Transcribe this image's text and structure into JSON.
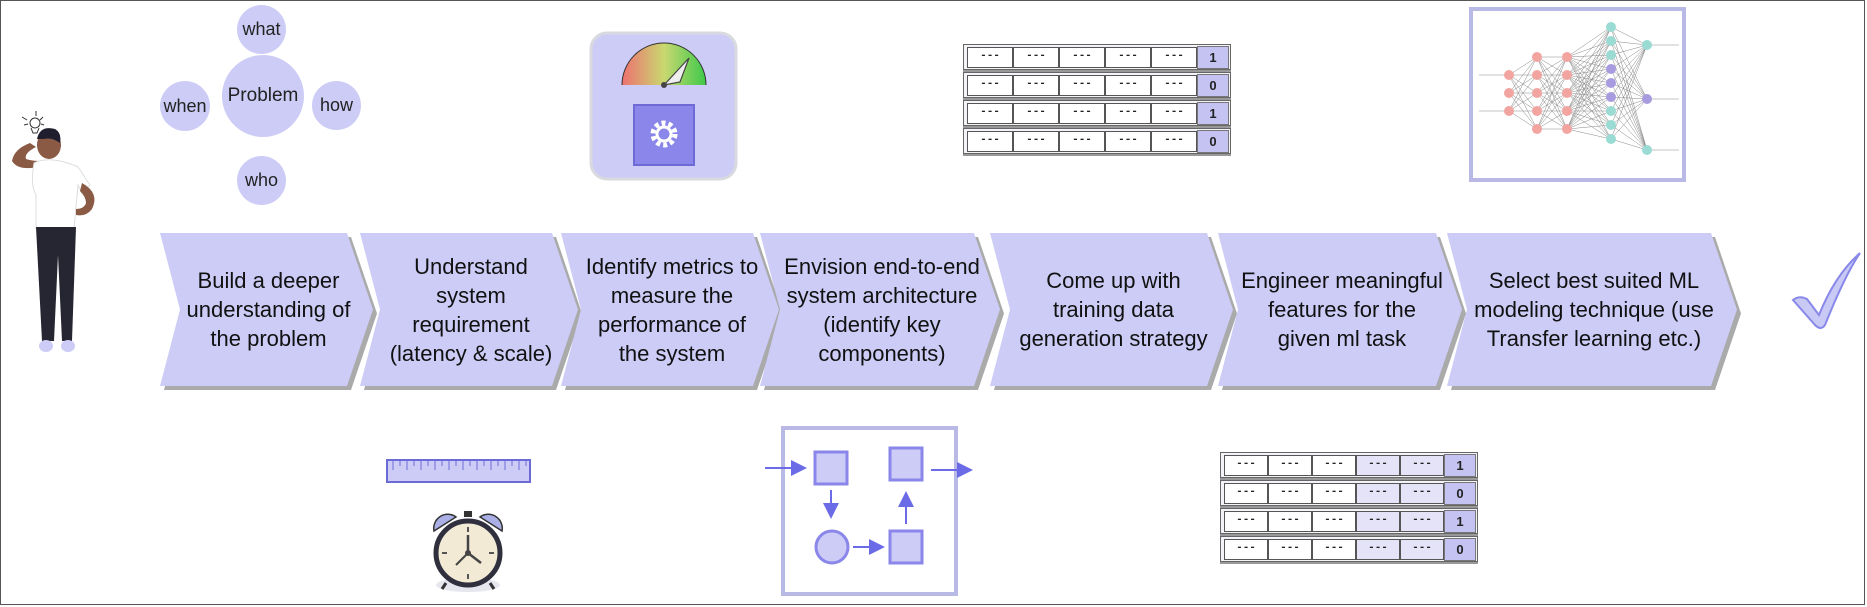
{
  "questions": {
    "center": "Problem",
    "top": "what",
    "left": "when",
    "right": "how",
    "bottom": "who"
  },
  "steps": [
    {
      "text": "Build a deeper understanding of the problem"
    },
    {
      "text": "Understand system requirement (latency & scale)"
    },
    {
      "text": "Identify metrics to measure the performance of the system"
    },
    {
      "text": "Envision end-to-end system architecture (identify key components)"
    },
    {
      "text": "Come up with training data generation strategy"
    },
    {
      "text": "Engineer meaningful features for the given ml task"
    },
    {
      "text": "Select best suited ML modeling technique (use Transfer learning etc.)"
    }
  ],
  "training_table": {
    "cell_text": "---",
    "labels": [
      "1",
      "0",
      "1",
      "0"
    ]
  },
  "feature_table": {
    "cell_text": "---",
    "labels": [
      "1",
      "0",
      "1",
      "0"
    ]
  },
  "colors": {
    "chevron_fill": "#ccccf7",
    "chevron_shadow": "#aaaaaa",
    "accent": "#6b6be8",
    "checkmark": "#c9c9f5"
  },
  "icons": [
    "thinking-person-illustration",
    "gauge-icon",
    "gear-icon",
    "ruler-icon",
    "alarm-clock-icon",
    "architecture-diagram-icon",
    "neural-network-icon",
    "checkmark-icon"
  ]
}
